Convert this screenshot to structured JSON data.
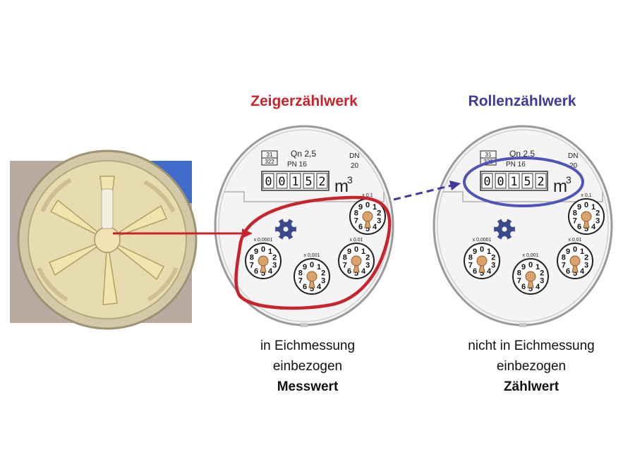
{
  "colors": {
    "red": "#c8242b",
    "blue": "#3f3a9c",
    "dial_face": "#f4f4f4",
    "photo_bg": "#b8aca2",
    "plastic": "#e7d9a2"
  },
  "left_panel": {
    "title": "Zeigerzählwerk",
    "caption_line1": "in Eichmessung",
    "caption_line2": "einbezogen",
    "caption_bold": "Messwert"
  },
  "right_panel": {
    "title": "Rollenzählwerk",
    "caption_line1": "nicht in Eichmessung",
    "caption_line2": "einbezogen",
    "caption_bold": "Zählwert"
  },
  "meter_face": {
    "box_top": "31",
    "box_bottom": "322",
    "qn": "Qn 2,5",
    "pn": "PN 16",
    "dn_label": "DN",
    "dn_value": "20",
    "digits": [
      "0",
      "0",
      "1",
      "5",
      "2"
    ],
    "unit": "m",
    "unit_sup": "3",
    "dials": [
      {
        "label": "x 0,1"
      },
      {
        "label": "x 0,01"
      },
      {
        "label": "x 0,001"
      },
      {
        "label": "x 0,0001"
      }
    ],
    "dial_numbers": [
      "0",
      "1",
      "2",
      "3",
      "4",
      "5",
      "6",
      "7",
      "8",
      "9"
    ]
  }
}
